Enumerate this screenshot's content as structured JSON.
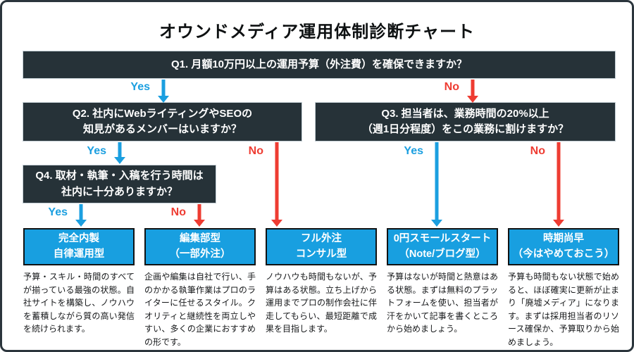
{
  "title": "オウンドメディア運用体制診断チャート",
  "colors": {
    "dark_box": "#263238",
    "accent_blue": "#1b9fe0",
    "accent_red": "#ee3c32",
    "result_box": "#189fe0"
  },
  "labels": {
    "yes": "Yes",
    "no": "No"
  },
  "questions": {
    "q1": {
      "text": "Q1. 月額10万円以上の運用予算（外注費）を確保できますか？"
    },
    "q2": {
      "line1": "Q2. 社内にWebライティングやSEOの",
      "line2": "知見があるメンバーはいますか？"
    },
    "q3": {
      "line1": "Q3. 担当者は、業務時間の20%以上",
      "line2": "（週1日分程度）をこの業務に割けますか？"
    },
    "q4": {
      "line1": "Q4. 取材・執筆・入稿を行う時間は",
      "line2": "社内に十分ありますか？"
    }
  },
  "results": [
    {
      "title1": "完全内製",
      "title2": "自律運用型",
      "desc": "予算・スキル・時間のすべてが揃っている最強の状態。自社サイトを構築し、ノウハウを蓄積しながら質の高い発信を続けられます。"
    },
    {
      "title1": "編集部型",
      "title2": "（一部外注）",
      "desc": "企画や編集は自社で行い、手のかかる執筆作業はプロのライターに任せるスタイル。クオリティと継続性を両立しやすい、多くの企業におすすめの形です。"
    },
    {
      "title1": "フル外注",
      "title2": "コンサル型",
      "desc": "ノウハウも時間もないが、予算はある状態。立ち上げから運用までプロの制作会社に伴走してもらい、最短距離で成果を目指します。"
    },
    {
      "title1": "0円スモールスタート",
      "title2": "（Note/ブログ型）",
      "desc": "予算はないが時間と熱意はある状態。まずは無料のプラットフォームを使い、担当者が汗をかいて記事を書くところから始めましょう。"
    },
    {
      "title1": "時期尚早",
      "title2": "（今はやめておこう）",
      "desc": "予算も時間もない状態で始めると、ほぼ確実に更新が止まり「廃墟メディア」になります。まずは採用担当者のリソース確保か、予算取りから始めましょう。"
    }
  ]
}
